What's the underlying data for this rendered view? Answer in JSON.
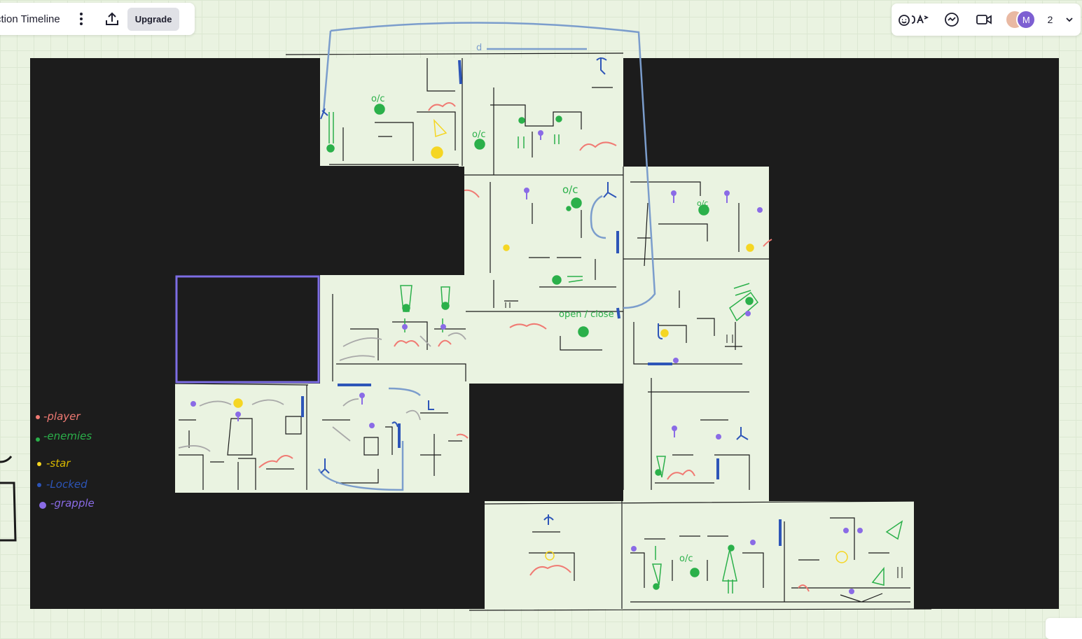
{
  "header": {
    "board_title": "ction Timeline",
    "upgrade_label": "Upgrade",
    "more_icon": "more-vertical-icon",
    "share_icon": "share-upload-icon"
  },
  "collab": {
    "reactions_icon": "reactions-icon",
    "chat_icon": "chat-bubble-icon",
    "video_icon": "video-camera-icon",
    "avatar_initial": "M",
    "count": "2",
    "dropdown_icon": "chevron-down-icon"
  },
  "legend": {
    "player": "-player",
    "enemies": "-enemies",
    "star": "-star",
    "locked": "-Locked",
    "grapple": "-grapple"
  },
  "annotations": {
    "oc_1": "o/c",
    "oc_2": "o/c",
    "oc_3": "o/c",
    "oc_4": "o/c",
    "oc_5": "o/c",
    "open_close": "open / close",
    "d_mark": "d"
  },
  "colors": {
    "canvas_bg": "#eaf3e1",
    "frame_fill": "#1c1c1c",
    "sketch_line": "#1a1a1a",
    "player": "#f07a73",
    "enemy": "#2bb04a",
    "star": "#f5d623",
    "locked": "#2d55b8",
    "grapple": "#8a6be6",
    "path_line": "#7b9dcc",
    "selection": "#7c6de3"
  }
}
